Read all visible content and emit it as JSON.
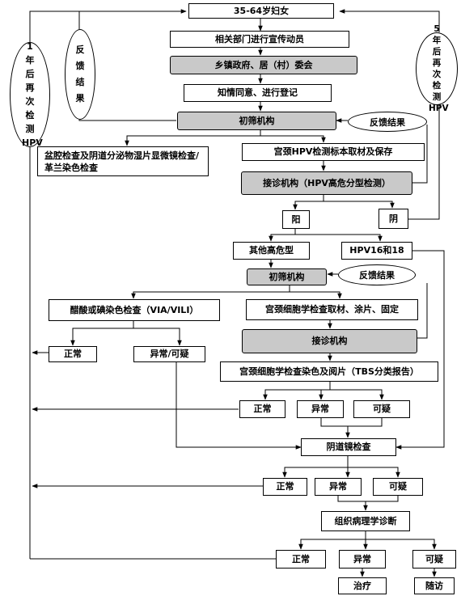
{
  "nodes": {
    "target": "35-64岁妇女",
    "publicity": "相关部门进行宣传动员",
    "township": "乡镇政府、居（村）委会",
    "consent": "知情同意、进行登记",
    "primary1": "初筛机构",
    "gyn_exam": "盆腔检查及阴道分泌物湿片显微镜检查/革兰染色检查",
    "hpv_sample": "宫颈HPV检测标本取材及保存",
    "referral1": "接诊机构（HPV高危分型检测）",
    "positive": "阳",
    "negative": "阴",
    "other_high_risk": "其他高危型",
    "hpv16_18": "HPV16和18",
    "primary2": "初筛机构",
    "via_vili": "醋酸或碘染色检查（VIA/VILI）",
    "cytology_sample": "宫颈细胞学检查取材、涂片、固定",
    "via_normal": "正常",
    "via_abnormal": "异常/可疑",
    "referral2": "接诊机构",
    "cytology_report": "宫颈细胞学检查染色及阅片（TBS分类报告）",
    "cyto_normal": "正常",
    "cyto_abnormal": "异常",
    "cyto_suspicious": "可疑",
    "colposcopy": "阴道镜检查",
    "colpo_normal": "正常",
    "colpo_abnormal": "异常",
    "colpo_suspicious": "可疑",
    "pathology": "组织病理学诊断",
    "path_normal": "正常",
    "path_abnormal": "异常",
    "path_suspicious": "可疑",
    "treatment": "治疗",
    "follow_up": "随访"
  },
  "side_labels": {
    "one_year": "1\n年\n后\n再\n次\n检\n测\nHPV",
    "feedback_left": "反\n馈\n结\n果",
    "five_year": "5 年\n后\n再\n次\n检\n测\nHPV",
    "feedback_oval_1": "反馈结果",
    "feedback_oval_2": "反馈结果"
  },
  "colors": {
    "line": "#000000",
    "gray_fill": "#c9c9c9"
  }
}
